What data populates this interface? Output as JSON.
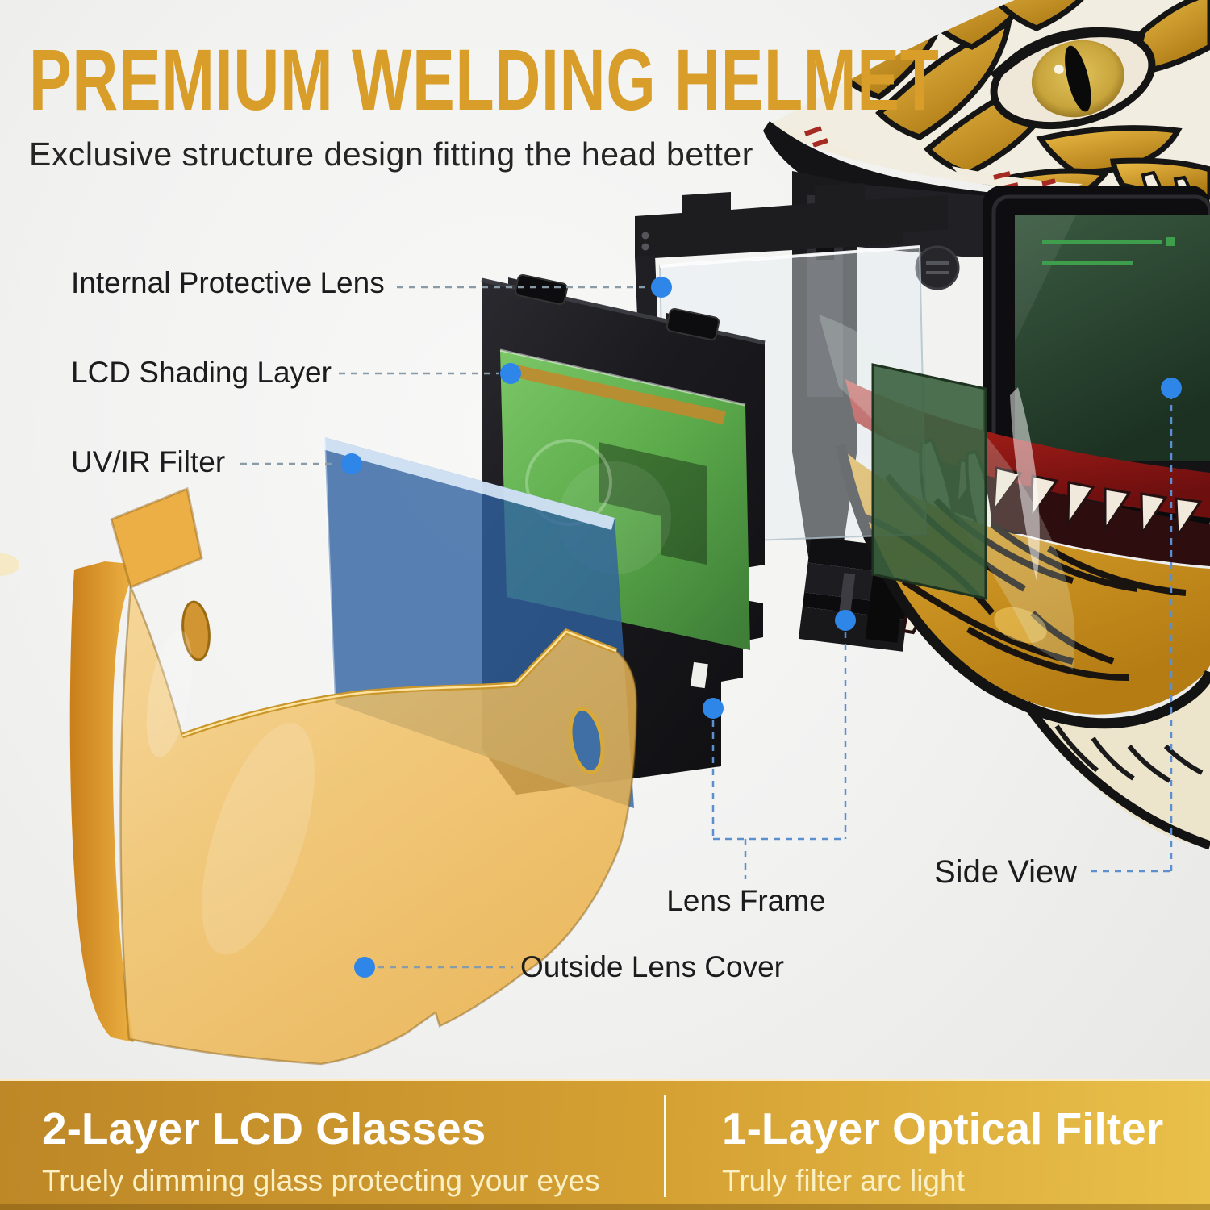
{
  "header": {
    "title": "PREMIUM WELDING HELMET",
    "subtitle": "Exclusive structure design fitting the head better"
  },
  "callouts": [
    {
      "id": "internal-protective-lens",
      "label": "Internal Protective Lens"
    },
    {
      "id": "lcd-shading-layer",
      "label": "LCD Shading Layer"
    },
    {
      "id": "uv-ir-filter",
      "label": "UV/IR Filter"
    },
    {
      "id": "lens-frame",
      "label": "Lens Frame"
    },
    {
      "id": "side-view",
      "label": "Side View"
    },
    {
      "id": "outside-lens-cover",
      "label": "Outside Lens Cover"
    }
  ],
  "banner": {
    "left": {
      "heading": "2-Layer LCD Glasses",
      "subtext": "Truely dimming glass protecting your eyes"
    },
    "right": {
      "heading": "1-Layer Optical Filter",
      "subtext": "Truly filter arc light"
    }
  },
  "colors": {
    "title_gold": "#D89E29",
    "label_text": "#1C1C1E",
    "callout_dot_blue": "#2E86E8",
    "callout_line_gray": "#8A9BA8",
    "callout_line_blue": "#5B8FD0",
    "banner_gold_left": "#BE8727",
    "banner_gold_right": "#E9C04A",
    "banner_text": "#FFFFFF",
    "banner_subtext": "#FBEFC4",
    "visor_amber": "#EDBA55",
    "filter_blue": "#4C80B8",
    "lcd_green": "#6CBF5A",
    "housing_black": "#1B1B1E",
    "helmet_scale_gold": "#D9A025",
    "helmet_red": "#A61E1E"
  }
}
